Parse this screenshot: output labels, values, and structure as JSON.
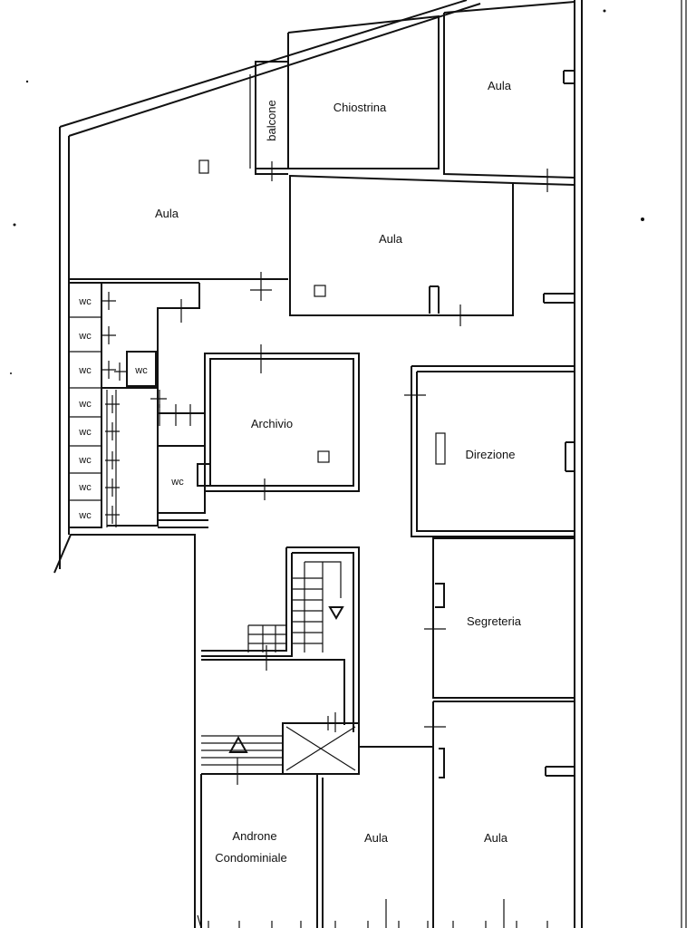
{
  "labels": {
    "aula_top_right": "Aula",
    "chiostrina": "Chiostrina",
    "balcone": "balcone",
    "aula_top_left": "Aula",
    "aula_center": "Aula",
    "archivio": "Archivio",
    "direzione": "Direzione",
    "segreteria": "Segreteria",
    "androne_line1": "Androne",
    "androne_line2": "Condominiale",
    "aula_bottom_mid": "Aula",
    "aula_bottom_right": "Aula"
  },
  "wc_label": "wc",
  "colors": {
    "line": "#111111",
    "background": "#ffffff"
  }
}
